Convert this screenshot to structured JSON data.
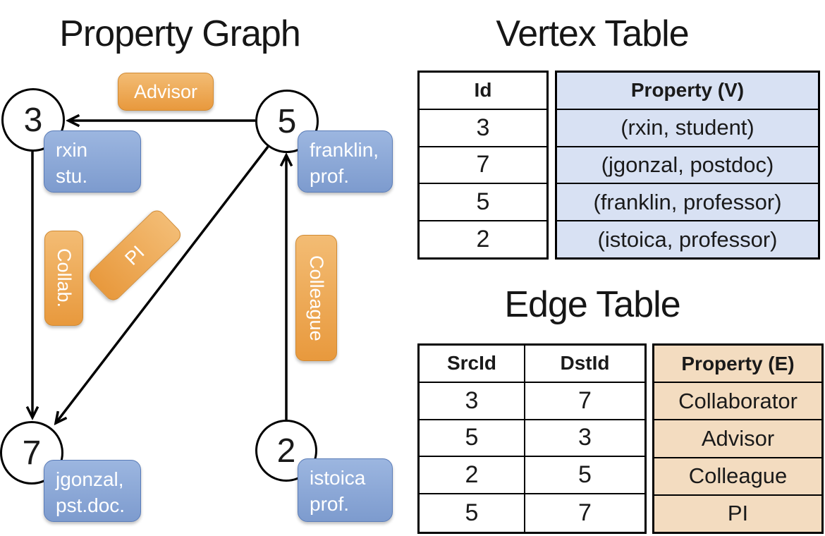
{
  "titles": {
    "graph": "Property Graph",
    "vertex_table": "Vertex Table",
    "edge_table": "Edge Table"
  },
  "graph": {
    "nodes": [
      {
        "id": "3",
        "prop_line1": "rxin",
        "prop_line2": "stu."
      },
      {
        "id": "5",
        "prop_line1": "franklin,",
        "prop_line2": "prof."
      },
      {
        "id": "7",
        "prop_line1": "jgonzal,",
        "prop_line2": "pst.doc."
      },
      {
        "id": "2",
        "prop_line1": "istoica",
        "prop_line2": "prof."
      }
    ],
    "edge_labels": {
      "advisor": "Advisor",
      "collab": "Collab.",
      "pi": "PI",
      "colleague": "Colleague"
    }
  },
  "vertex_table": {
    "col_id": "Id",
    "col_property": "Property (V)",
    "rows": [
      {
        "id": "3",
        "property": "(rxin, student)"
      },
      {
        "id": "7",
        "property": "(jgonzal, postdoc)"
      },
      {
        "id": "5",
        "property": "(franklin, professor)"
      },
      {
        "id": "2",
        "property": "(istoica, professor)"
      }
    ]
  },
  "edge_table": {
    "col_src": "SrcId",
    "col_dst": "DstId",
    "col_property": "Property (E)",
    "rows": [
      {
        "src": "3",
        "dst": "7",
        "property": "Collaborator"
      },
      {
        "src": "5",
        "dst": "3",
        "property": "Advisor"
      },
      {
        "src": "2",
        "dst": "5",
        "property": "Colleague"
      },
      {
        "src": "5",
        "dst": "7",
        "property": "PI"
      }
    ]
  },
  "colors": {
    "edge_label_fill_top": "#f3bc74",
    "edge_label_fill_bottom": "#e8993d",
    "vertex_box_fill_top": "#9cb6e0",
    "vertex_box_fill_bottom": "#7d9bce",
    "vertex_table_row_fill": "#d8e1f3",
    "edge_table_row_fill": "#f3dcc0"
  }
}
